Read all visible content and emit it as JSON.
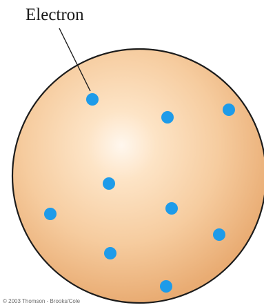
{
  "diagram": {
    "label": "Electron",
    "copyright": "© 2003 Thomson - Brooks/Cole",
    "sphere_color": "#f3c89a",
    "electron_color": "#1e9be9",
    "electron_count": 9
  }
}
